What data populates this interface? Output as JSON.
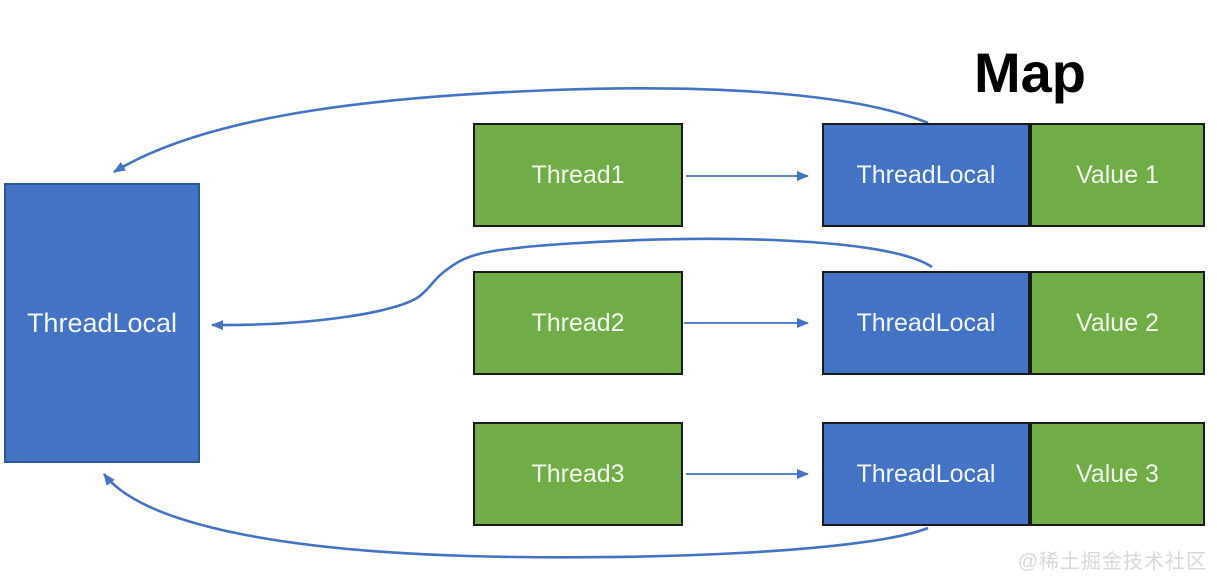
{
  "diagram": {
    "title": "Map",
    "main_box": {
      "label": "ThreadLocal"
    },
    "rows": [
      {
        "thread": "Thread1",
        "key": "ThreadLocal",
        "value": "Value 1"
      },
      {
        "thread": "Thread2",
        "key": "ThreadLocal",
        "value": "Value 2"
      },
      {
        "thread": "Thread3",
        "key": "ThreadLocal",
        "value": "Value 3"
      }
    ],
    "watermark": "@稀土掘金技术社区",
    "colors": {
      "box_blue": "#4472C4",
      "box_green": "#70AD47",
      "arrow_blue": "#4472C4",
      "main_box_border": "#2B579F",
      "box_border": "#1A1A1A",
      "title_color": "#000000",
      "watermark_color": "#D8D8D8"
    }
  }
}
